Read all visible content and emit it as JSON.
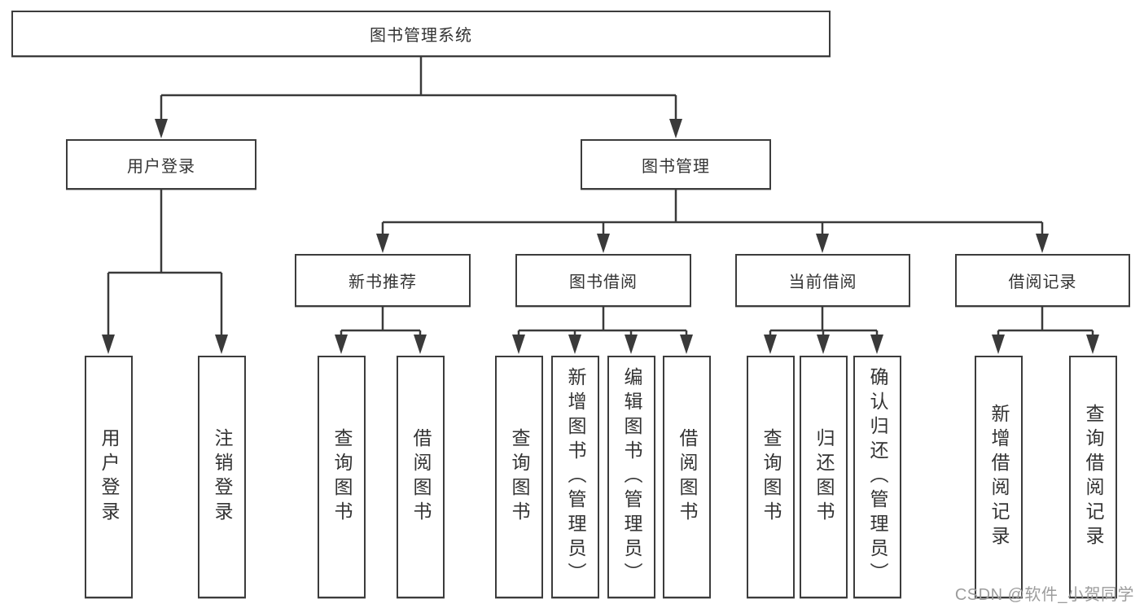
{
  "diagram": {
    "root": {
      "label": "图书管理系统"
    },
    "branches": [
      {
        "label": "用户登录",
        "leaves": [
          {
            "label": "用户登录"
          },
          {
            "label": "注销登录"
          }
        ]
      },
      {
        "label": "图书管理",
        "groups": [
          {
            "label": "新书推荐",
            "leaves": [
              {
                "label": "查询图书"
              },
              {
                "label": "借阅图书"
              }
            ]
          },
          {
            "label": "图书借阅",
            "leaves": [
              {
                "label": "查询图书"
              },
              {
                "label": "新增图书（管理员）"
              },
              {
                "label": "编辑图书（管理员）"
              },
              {
                "label": "借阅图书"
              }
            ]
          },
          {
            "label": "当前借阅",
            "leaves": [
              {
                "label": "查询图书"
              },
              {
                "label": "归还图书"
              },
              {
                "label": "确认归还（管理员）"
              }
            ]
          },
          {
            "label": "借阅记录",
            "leaves": [
              {
                "label": "新增借阅记录"
              },
              {
                "label": "查询借阅记录"
              }
            ]
          }
        ]
      }
    ]
  },
  "colors": {
    "line": "#3a3a3a",
    "text": "#333333",
    "watermark": "#9c9c9c"
  },
  "watermark": {
    "text": "CSDN @软件_小贺同学"
  }
}
